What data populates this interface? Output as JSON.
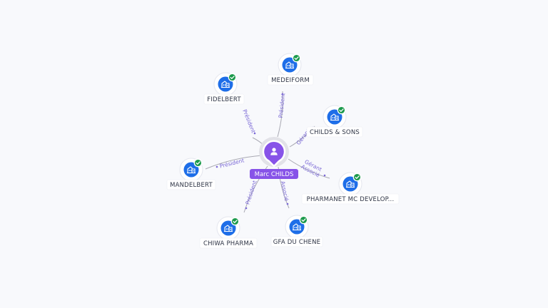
{
  "colors": {
    "person_accent": "#8753e8",
    "company_accent": "#1e6ee8",
    "status_active": "#1c9a4c",
    "relation_text": "#7a68d6",
    "background": "#f8f9fc"
  },
  "center_node": {
    "name": "Marc CHILDS",
    "icon": "person-icon"
  },
  "nodes": [
    {
      "id": "fidelbert",
      "name": "FIDELBERT",
      "relation": "Président",
      "icon": "building-icon",
      "status_icon": "check-icon"
    },
    {
      "id": "medeiform",
      "name": "MEDEIFORM",
      "relation": "Président",
      "icon": "building-icon",
      "status_icon": "check-icon"
    },
    {
      "id": "childs-sons",
      "name": "CHILDS & SONS",
      "relation": "Gérant",
      "icon": "building-icon",
      "status_icon": "check-icon"
    },
    {
      "id": "pharmanet",
      "name": "PHARMANET MC DEVELOP...",
      "relation": "Gérant\nAssocié",
      "icon": "building-icon",
      "status_icon": "check-icon"
    },
    {
      "id": "gfa-du-chene",
      "name": "GFA DU CHENE",
      "relation": "Associé",
      "icon": "building-icon",
      "status_icon": "check-icon"
    },
    {
      "id": "chiwa-pharma",
      "name": "CHIWA PHARMA",
      "relation": "Président",
      "icon": "building-icon",
      "status_icon": "check-icon"
    },
    {
      "id": "mandelbert",
      "name": "MANDELBERT",
      "relation": "Président",
      "icon": "building-icon",
      "status_icon": "check-icon"
    }
  ]
}
